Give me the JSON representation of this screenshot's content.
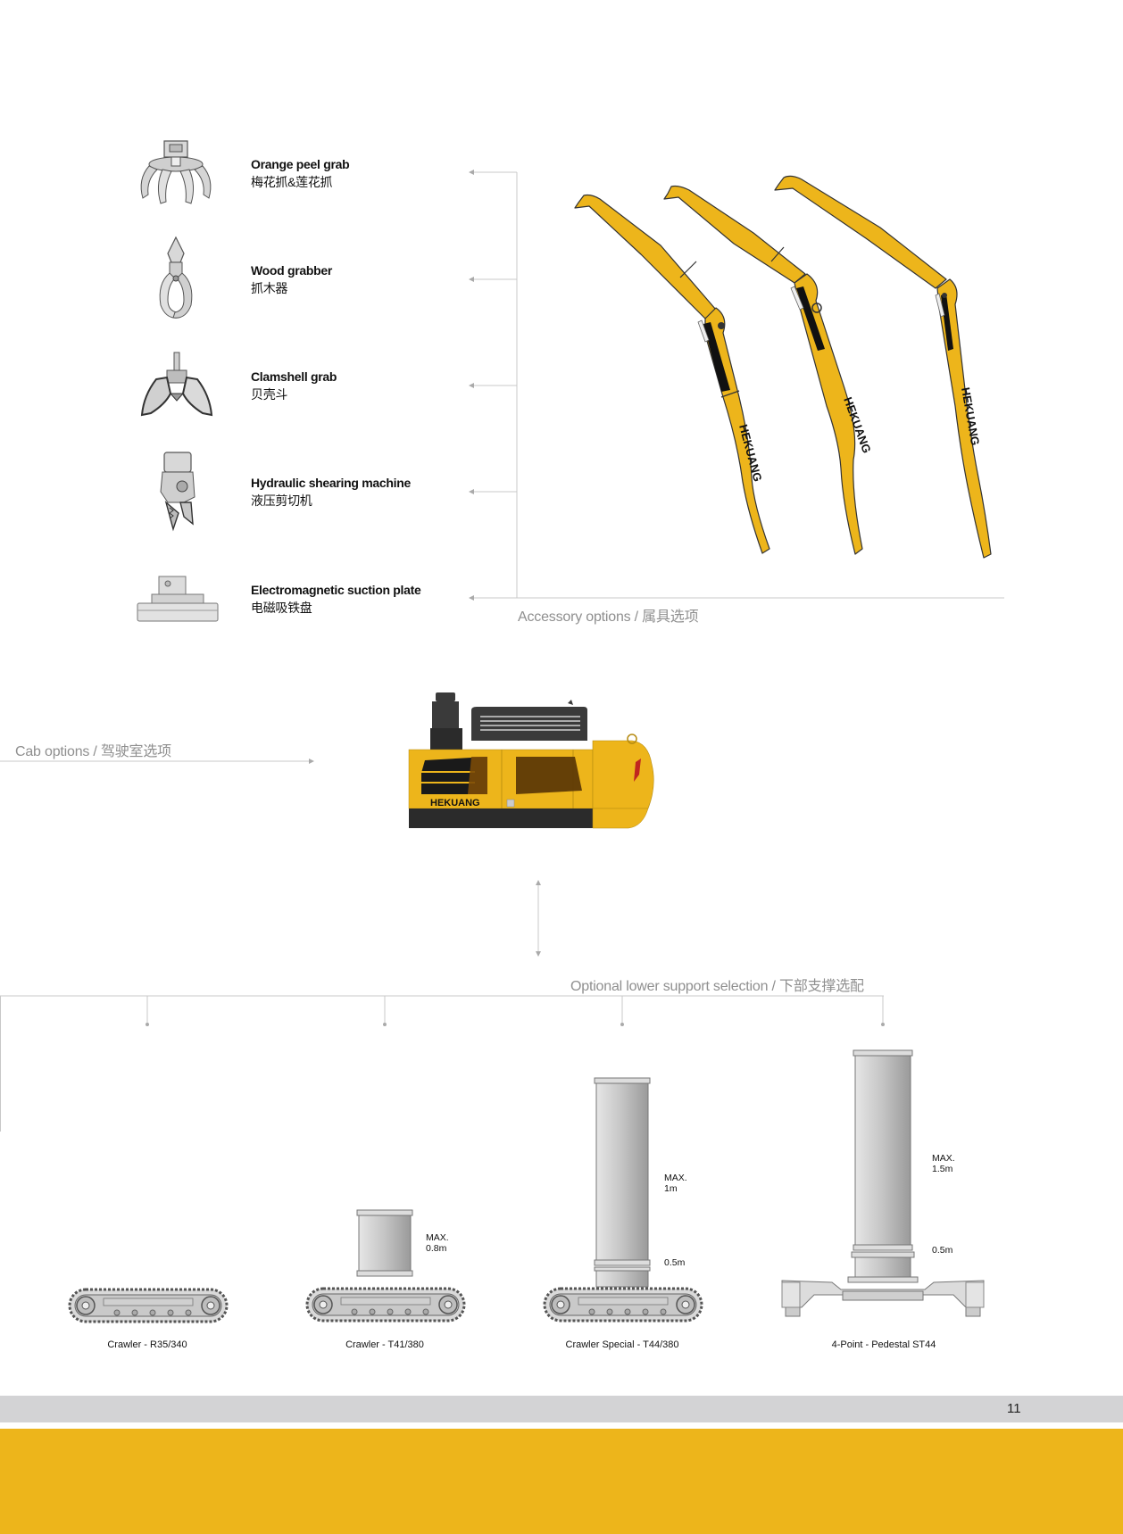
{
  "accessories": [
    {
      "en": "Orange peel grab",
      "zh": "梅花抓&莲花抓",
      "icon": "orange-peel-grab-icon"
    },
    {
      "en": "Wood grabber",
      "zh": "抓木器",
      "icon": "wood-grabber-icon"
    },
    {
      "en": "Clamshell grab",
      "zh": "贝壳斗",
      "icon": "clamshell-grab-icon"
    },
    {
      "en": "Hydraulic shearing machine",
      "zh": "液压剪切机",
      "icon": "hydraulic-shear-icon"
    },
    {
      "en": "Electromagnetic suction plate",
      "zh": "电磁吸铁盘",
      "icon": "electromagnet-plate-icon"
    }
  ],
  "accessory_caption": "Accessory options / 属具选项",
  "boom_brand": "HEKUANG",
  "cab_caption": "Cab options / 驾驶室选项",
  "cab_brand": "HEKUANG",
  "lower_caption": "Optional lower support selection / 下部支撑选配",
  "bases": [
    {
      "label": "Crawler - R35/340",
      "icon": "crawler-track-icon"
    },
    {
      "label": "Crawler - T41/380",
      "icon": "crawler-riser-icon",
      "dims": [
        "MAX.",
        "0.8m"
      ]
    },
    {
      "label": "Crawler Special - T44/380",
      "icon": "crawler-riser-tall-icon",
      "dims": [
        "MAX.",
        "1m",
        "0.5m"
      ]
    },
    {
      "label": "4-Point - Pedestal ST44",
      "icon": "pedestal-icon",
      "dims": [
        "MAX.",
        "1.5m",
        "0.5m"
      ]
    }
  ],
  "page_number": "11",
  "colors": {
    "brand_yellow": "#EDB51B",
    "footer_grey": "#D3D3D5",
    "line_grey": "#c8c8c8",
    "caption_grey": "#8f8f8f"
  }
}
